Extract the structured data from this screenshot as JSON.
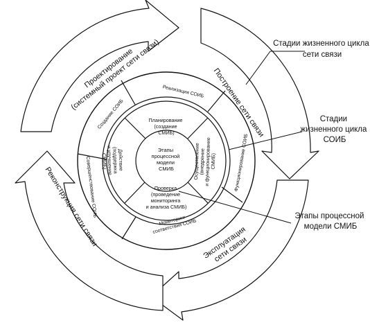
{
  "outer_stages": [
    {
      "id": "design",
      "lines": [
        "Проектирование",
        "(системный проект сети связи)"
      ]
    },
    {
      "id": "build",
      "lines": [
        "Построение сети связи"
      ]
    },
    {
      "id": "operate",
      "lines": [
        "Эксплуатация",
        "сети связи"
      ]
    },
    {
      "id": "reconstruct",
      "lines": [
        "Реконструкция сети связи"
      ]
    }
  ],
  "lifecycle_stages": [
    {
      "id": "create",
      "lines": [
        "Создание СОИБ"
      ]
    },
    {
      "id": "implement",
      "lines": [
        "Реализация СОИБ"
      ]
    },
    {
      "id": "function",
      "lines": [
        "Функционирование СОИБ"
      ]
    },
    {
      "id": "monitor",
      "lines": [
        "Мониторинг",
        "соответствия СОИБ"
      ]
    },
    {
      "id": "improve",
      "lines": [
        "Совершенствование СОИБ"
      ]
    }
  ],
  "process_stages": [
    {
      "id": "plan",
      "lines": [
        "Планирование",
        "(создание",
        "СМИБ)"
      ]
    },
    {
      "id": "do",
      "lines": [
        "Осуществление",
        "(внедрение",
        "и функционирование",
        "СМИБ)"
      ]
    },
    {
      "id": "check",
      "lines": [
        "Проверка",
        "(проведение",
        "мониторинга",
        "и анализа СМИБ)"
      ]
    },
    {
      "id": "act",
      "lines": [
        "Действие",
        "(поддержка",
        "и улучшение",
        "СМИБ)"
      ]
    }
  ],
  "center": {
    "lines": [
      "Этапы",
      "процессной",
      "модели",
      "СМИБ"
    ]
  },
  "callouts": [
    {
      "id": "network-lifecycle",
      "lines": [
        "Стадии жизненного цикла",
        "сети связи"
      ]
    },
    {
      "id": "soib-lifecycle",
      "lines": [
        "Стадии",
        "жизненного цикла",
        "СОИБ"
      ]
    },
    {
      "id": "smib-process",
      "lines": [
        "Этапы процессной",
        "модели СМИБ"
      ]
    }
  ]
}
